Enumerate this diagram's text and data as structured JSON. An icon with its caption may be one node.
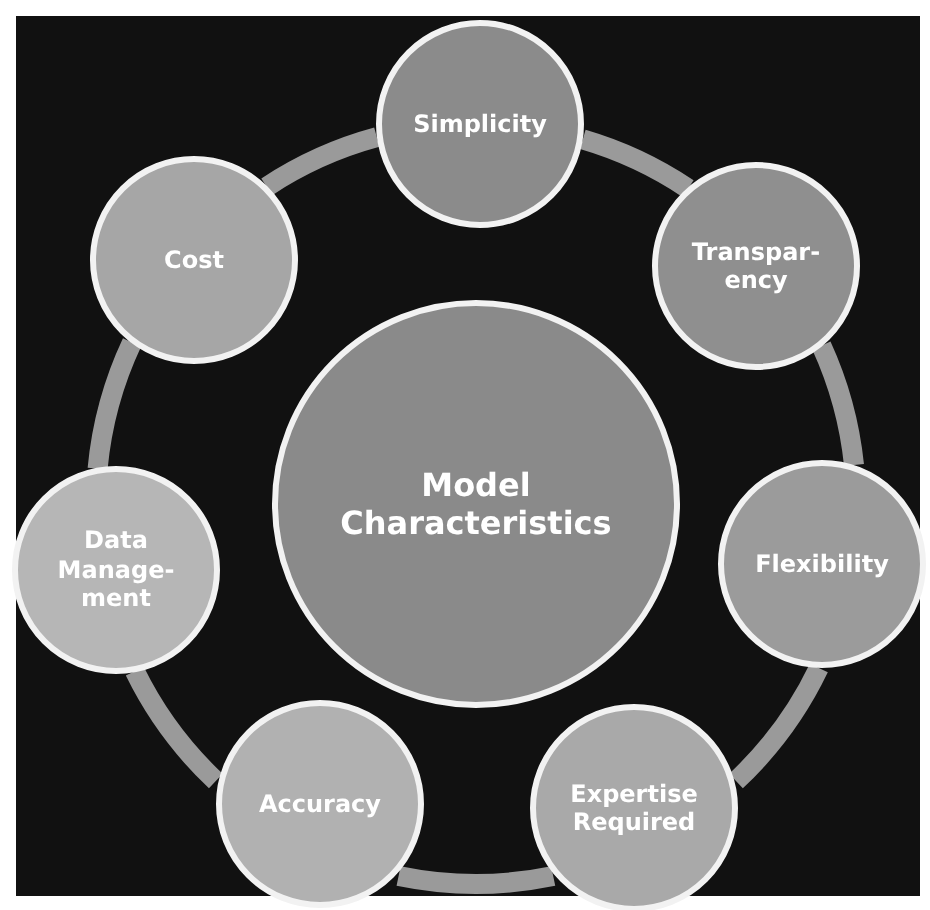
{
  "diagram": {
    "nodes": [
      {
        "text": [
          "Model Characteristics"
        ]
      },
      {
        "text": [
          "Simplicity"
        ]
      },
      {
        "text": [
          "Transpar- ency"
        ]
      },
      {
        "text": [
          "Flexibility"
        ]
      },
      {
        "text": [
          "Expertise Required"
        ]
      },
      {
        "text": [
          "Accuracy"
        ]
      },
      {
        "text": [
          "Data Manage- ment"
        ]
      },
      {
        "text": [
          "Cost"
        ]
      }
    ],
    "edges": [
      {
        "from": 1,
        "to": 2,
        "arrow": "none"
      },
      {
        "from": 2,
        "to": 3,
        "arrow": "none"
      },
      {
        "from": 3,
        "to": 4,
        "arrow": "none"
      },
      {
        "from": 4,
        "to": 5,
        "arrow": "none"
      },
      {
        "from": 5,
        "to": 6,
        "arrow": "none"
      },
      {
        "from": 6,
        "to": 7,
        "arrow": "none"
      },
      {
        "from": 7,
        "to": 1,
        "arrow": "none"
      }
    ]
  }
}
